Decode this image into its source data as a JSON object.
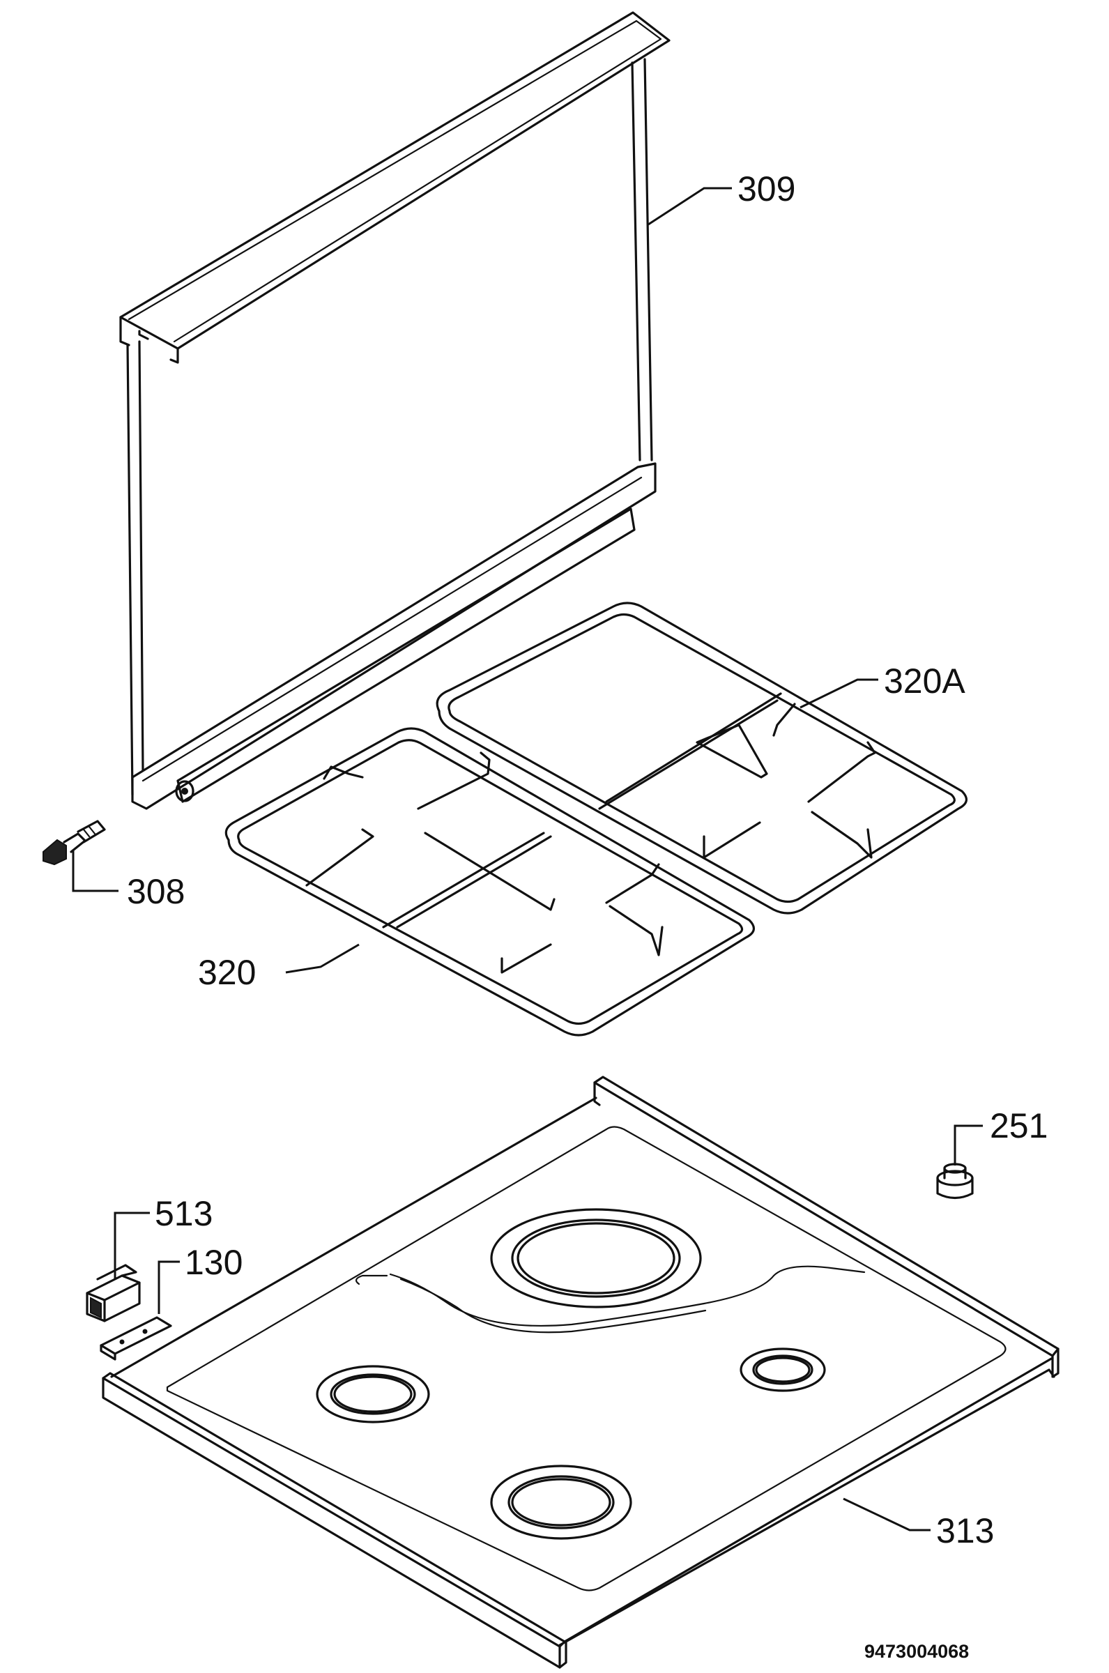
{
  "labels": {
    "lid": "309",
    "screw": "308",
    "pan_support_right": "320A",
    "pan_support_left": "320",
    "foot": "251",
    "bracket": "513",
    "plate": "130",
    "hob_top": "313"
  },
  "drawing_code": "9473004068"
}
